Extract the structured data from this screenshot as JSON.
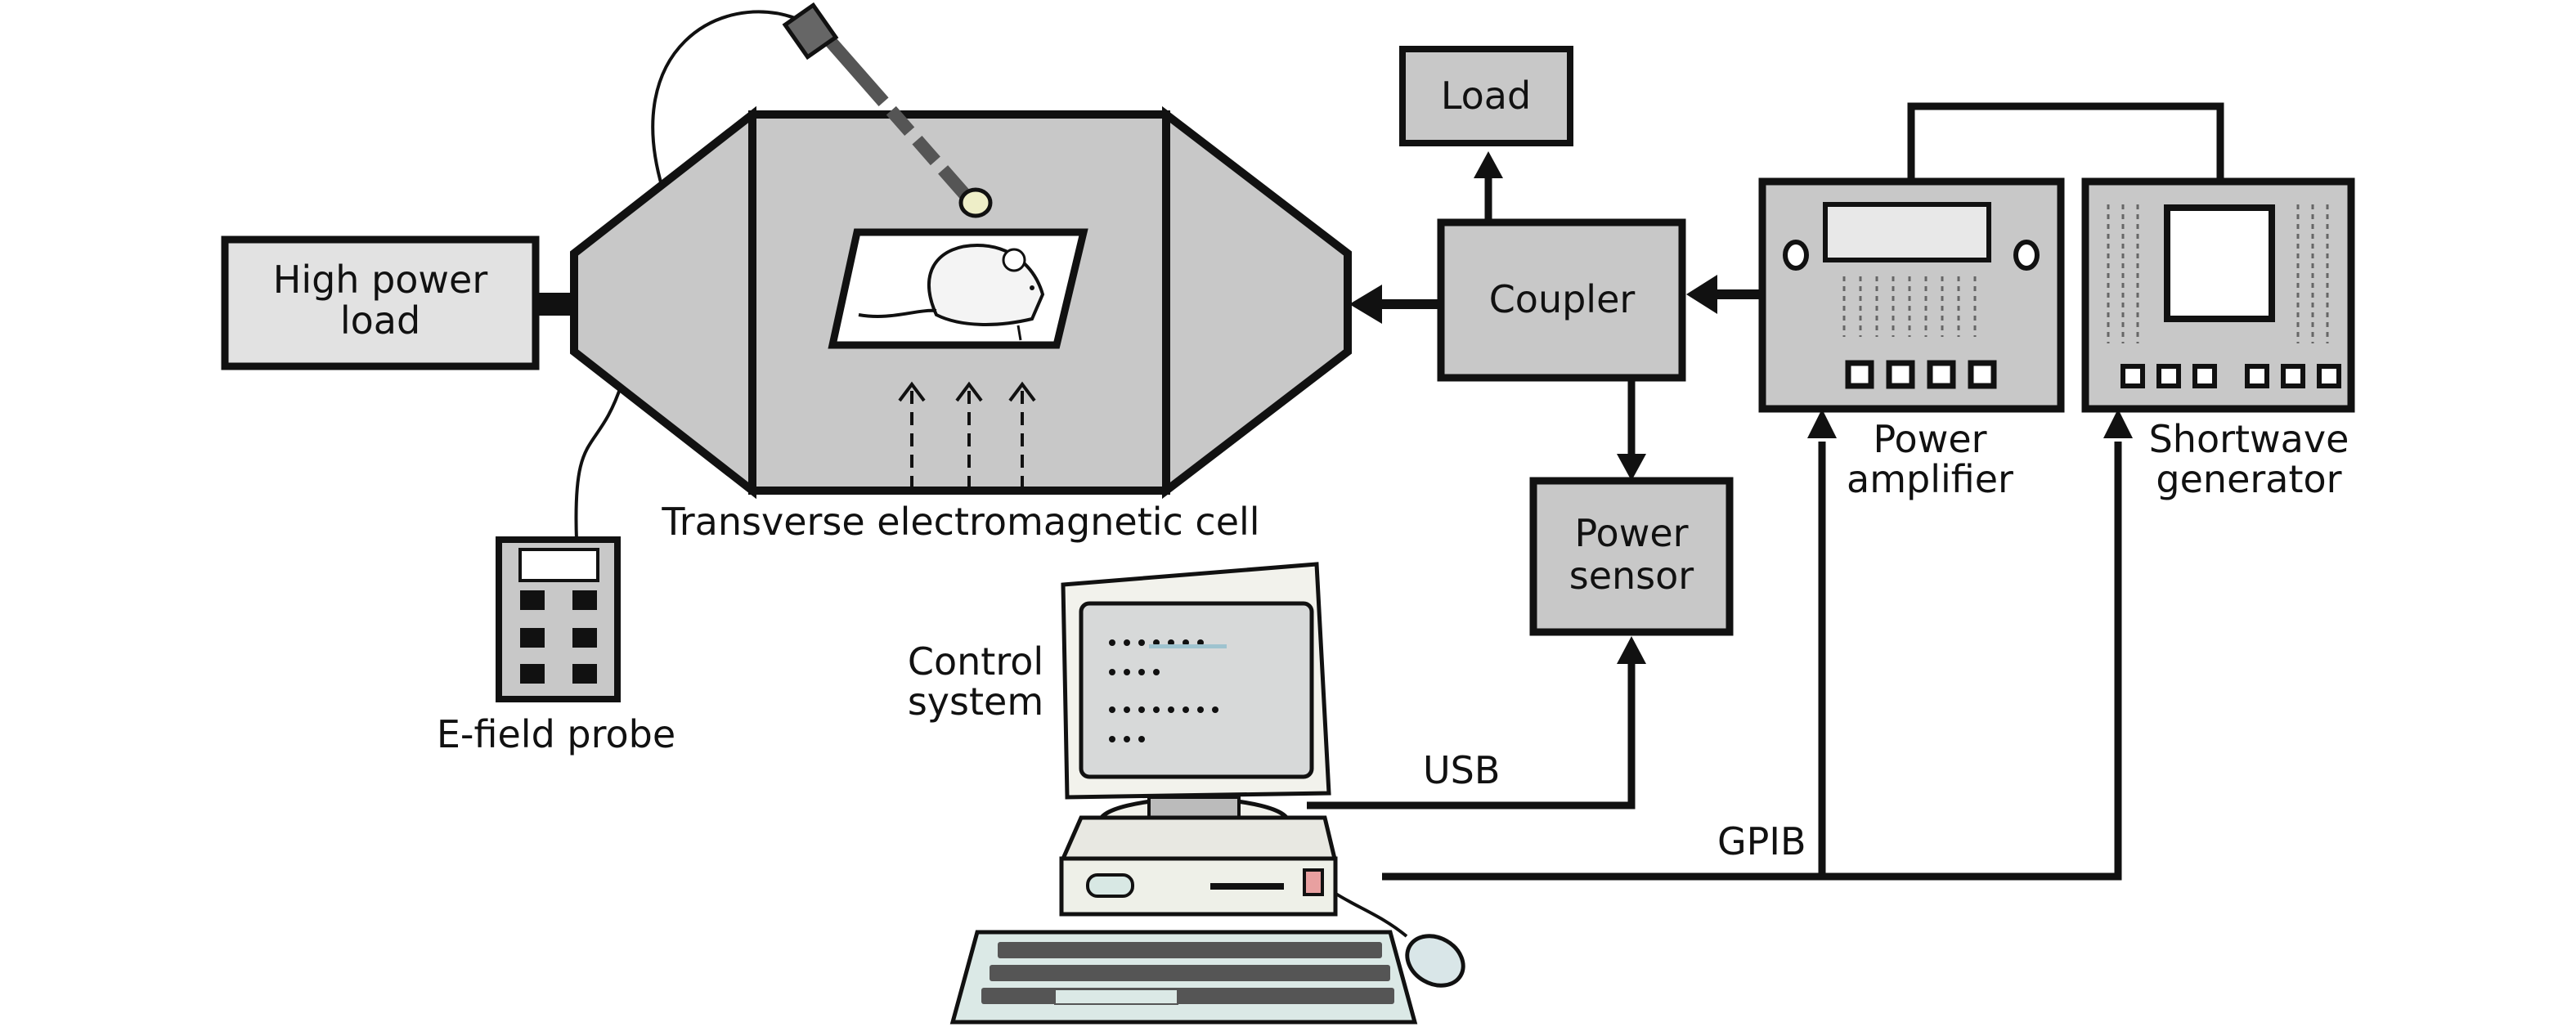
{
  "labels": {
    "high_power_load": [
      "High power",
      "load"
    ],
    "tem_cell": "Transverse electromagnetic cell",
    "e_field_probe": "E-field probe",
    "load": "Load",
    "coupler": "Coupler",
    "power_sensor": [
      "Power",
      "sensor"
    ],
    "power_amplifier": [
      "Power",
      "amplifier"
    ],
    "shortwave_generator": [
      "Shortwave",
      "generator"
    ],
    "control_system": [
      "Control",
      "system"
    ],
    "usb": "USB",
    "gpib": "GPIB"
  },
  "colors": {
    "box_fill": "#c8c8c8",
    "light_fill": "#e2e2e2",
    "line": "#111111",
    "monitor": "#f2f2ec",
    "keyboard": "#dbe9e6"
  }
}
